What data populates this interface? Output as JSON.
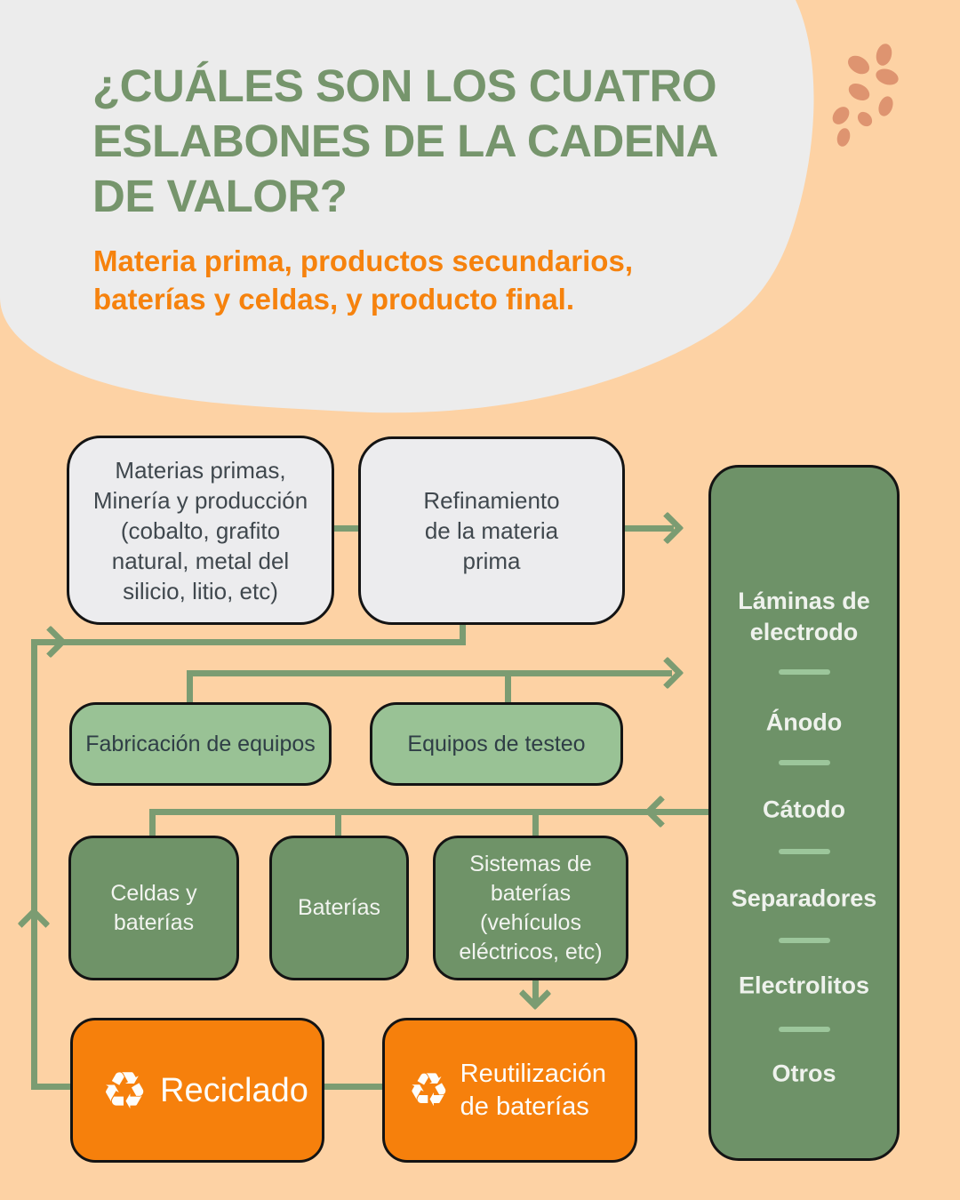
{
  "header": {
    "title_lines": [
      "¿CUÁLES SON LOS CUATRO",
      "ESLABONES DE LA CADENA",
      "DE VALOR?"
    ],
    "subtitle_lines": [
      "Materia prima, productos secundarios,",
      "baterías y celdas, y producto final."
    ],
    "title_color": "#76956C",
    "subtitle_color": "#F6820D"
  },
  "colors": {
    "background": "#FDD2A4",
    "blob": "#ECECEC",
    "connector": "#7B9C72",
    "white_box": "#ECECEE",
    "light_green_box": "#99C295",
    "mid_green_box": "#6F9368",
    "panel_green": "#6E9268",
    "panel_divider": "#9CC69B",
    "orange_box": "#F6800C",
    "dots": "#DE9470"
  },
  "flowchart": {
    "boxes": {
      "raw_materials": {
        "text": "Materias primas,\nMinería y producción\n(cobalto, grafito\nnatural, metal del\nsilicio, litio, etc)"
      },
      "refining": {
        "text": "Refinamiento\nde la materia\nprima"
      },
      "equipment_manufacturing": {
        "label": "Fabricación de equipos"
      },
      "testing_equipment": {
        "label": "Equipos de testeo"
      },
      "cells_and_batteries": {
        "label": "Celdas y\nbaterías"
      },
      "batteries": {
        "label": "Baterías"
      },
      "battery_systems": {
        "label": "Sistemas de\nbaterías\n(vehículos\neléctricos, etc)"
      },
      "recycling": {
        "label": "Reciclado",
        "icon": "recycle-icon",
        "icon_glyph": "♻"
      },
      "battery_reuse": {
        "label": "Reutilización\nde baterías",
        "icon": "recycle-icon",
        "icon_glyph": "♻"
      }
    },
    "components_panel": {
      "items": [
        "Láminas de\nelectrodo",
        "Ánodo",
        "Cátodo",
        "Separadores",
        "Electrolitos",
        "Otros"
      ]
    }
  }
}
